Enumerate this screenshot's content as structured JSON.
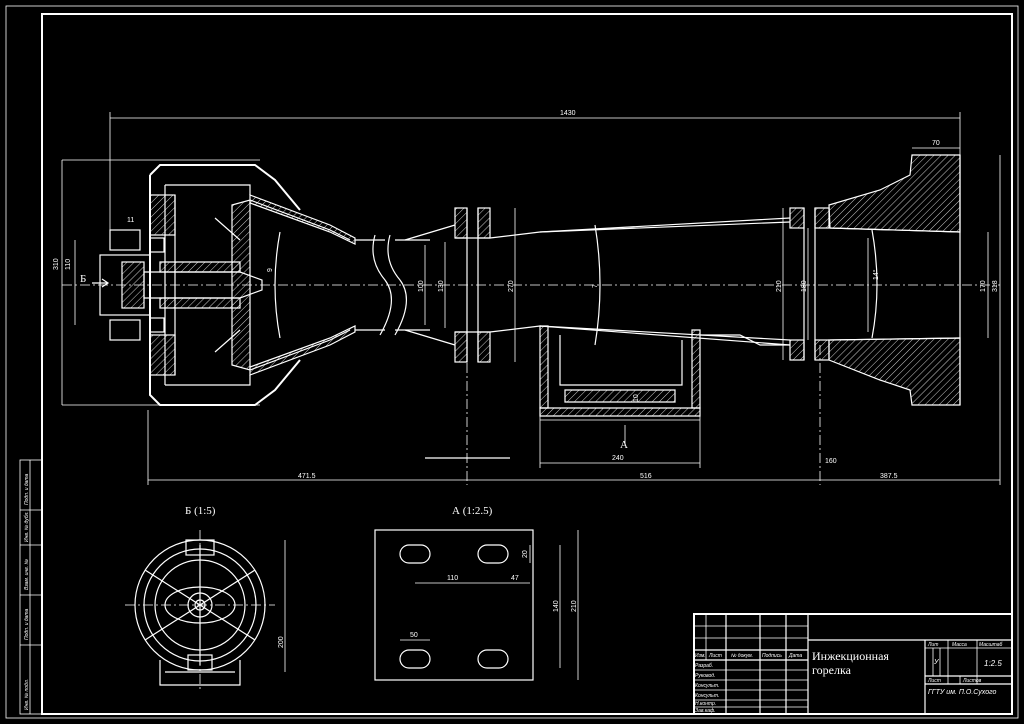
{
  "dimensions": {
    "overall_length": "1430",
    "flange_width": "70",
    "d_310": "310",
    "d_110": "110",
    "d_11": "11",
    "d_9": "9",
    "d_100": "100",
    "d_130": "130",
    "d_270": "270",
    "d_7": "7",
    "d_210": "210",
    "d_180": "180",
    "d_170": "170",
    "d_318": "318",
    "angle": "14°",
    "d_10": "10",
    "d_240": "240",
    "d_160": "160",
    "seg_left": "471.5",
    "seg_mid": "516",
    "seg_right": "387.5"
  },
  "labels": {
    "label_b": "Б",
    "label_a": "А",
    "view_b": "Б (1:5)",
    "view_a": "А (1:2.5)"
  },
  "view_b_dims": {
    "height": "200"
  },
  "view_a_dims": {
    "d_110": "110",
    "d_47": "47",
    "d_20": "20",
    "d_50": "50",
    "d_140": "140",
    "d_210": "210"
  },
  "title_block": {
    "title_line1": "Инжекционная",
    "title_line2": "горелка",
    "org": "ГГТУ им. П.О.Сухого",
    "scale": "1:2.5",
    "letter": "У",
    "col_izm": "Изм.",
    "col_list": "Лист",
    "col_doc": "№ докум.",
    "col_sign": "Подпись",
    "col_date": "Дата",
    "row_razrab": "Разраб.",
    "row_rukov": "Руковод.",
    "row_konsult1": "Консульт.",
    "row_konsult2": "Консульт.",
    "row_nkontr": "Н.контр.",
    "row_zav": "Зав.каф.",
    "lit": "Лит",
    "massa": "Масса",
    "masshtab": "Масштаб",
    "list": "Лист",
    "listov": "Листов"
  },
  "side_stamp": {
    "s1": "Подп. и дата",
    "s2": "Инв. № дубл.",
    "s3": "Взам. инв. №",
    "s4": "Подп. и дата",
    "s5": "Инв. № подл."
  }
}
